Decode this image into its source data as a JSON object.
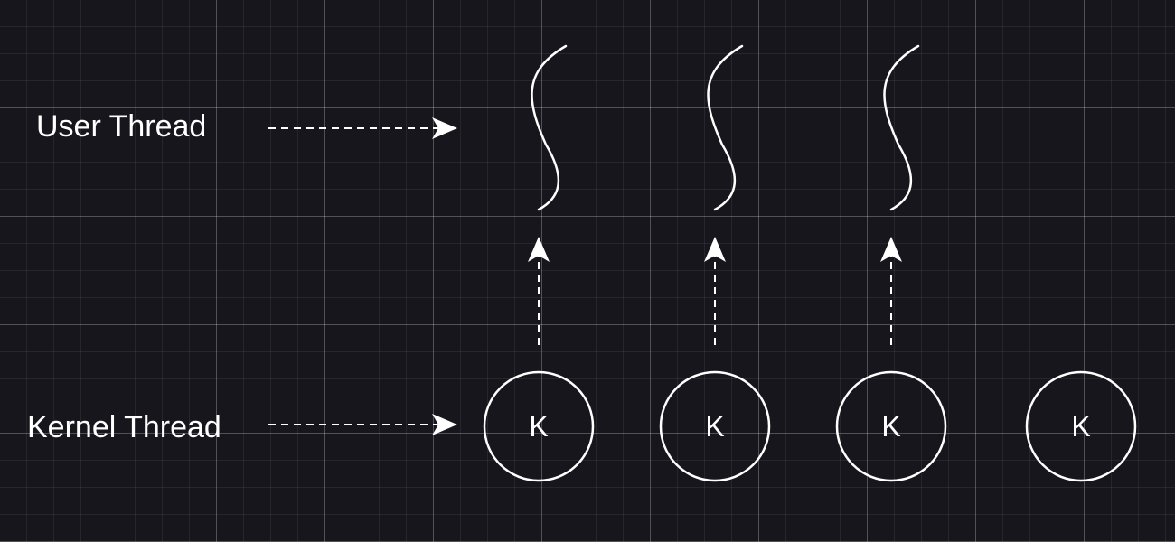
{
  "labels": {
    "user_thread": "User Thread",
    "kernel_thread": "Kernel Thread"
  },
  "user_threads": [
    {
      "id": "user-thread-1"
    },
    {
      "id": "user-thread-2"
    },
    {
      "id": "user-thread-3"
    }
  ],
  "kernel_threads": [
    {
      "label": "K",
      "mapped_to_user": true
    },
    {
      "label": "K",
      "mapped_to_user": true
    },
    {
      "label": "K",
      "mapped_to_user": true
    },
    {
      "label": "K",
      "mapped_to_user": false
    }
  ],
  "colors": {
    "background": "#18161d",
    "foreground": "#ffffff",
    "grid": "#3a3840"
  }
}
